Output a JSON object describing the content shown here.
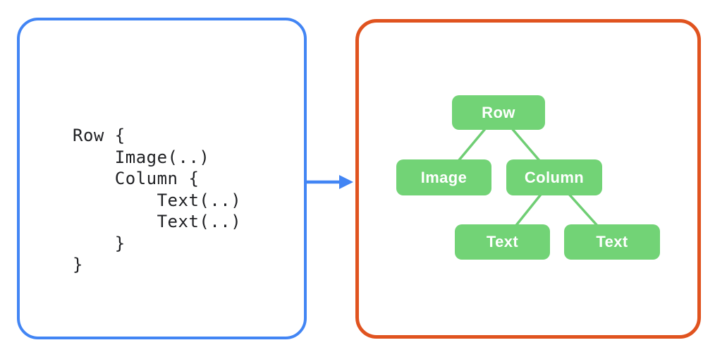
{
  "left_panel": {
    "description": "code-snippet-panel",
    "border_color": "#4285F4",
    "code_lines": [
      "Row {",
      "    Image(..)",
      "    Column {",
      "        Text(..)",
      "        Text(..)",
      "    }",
      "}"
    ]
  },
  "arrow": {
    "direction": "right",
    "color": "#4285F4"
  },
  "right_panel": {
    "description": "ui-tree-panel",
    "border_color": "#E0531F",
    "tree": {
      "node_fill_color": "#72D376",
      "node_text_color": "#FFFFFF",
      "edge_color": "#6FCE74",
      "nodes": [
        {
          "id": "row",
          "label": "Row"
        },
        {
          "id": "image",
          "label": "Image"
        },
        {
          "id": "column",
          "label": "Column"
        },
        {
          "id": "text-1",
          "label": "Text"
        },
        {
          "id": "text-2",
          "label": "Text"
        }
      ],
      "edges": [
        [
          "row",
          "image"
        ],
        [
          "row",
          "column"
        ],
        [
          "column",
          "text-1"
        ],
        [
          "column",
          "text-2"
        ]
      ]
    }
  }
}
